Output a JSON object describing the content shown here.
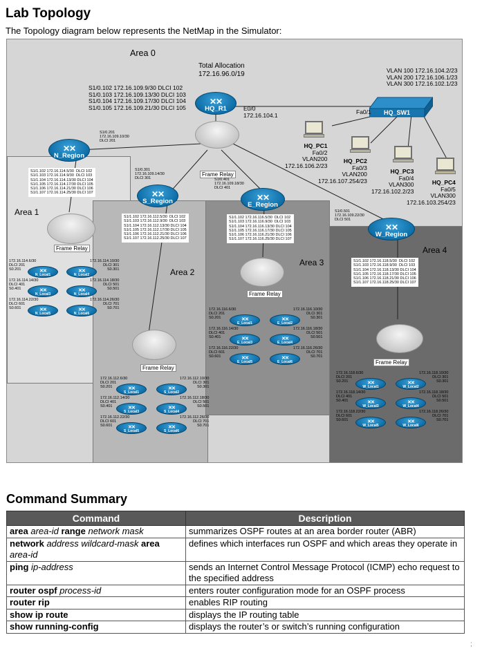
{
  "heading": "Lab Topology",
  "intro": "The Topology diagram below represents the NetMap in the Simulator:",
  "diagram": {
    "areas": {
      "a0": "Area 0",
      "a1": "Area 1",
      "a2": "Area 2",
      "a3": "Area 3",
      "a4": "Area 4"
    },
    "total_alloc": {
      "line1": "Total Allocation",
      "line2": "172.16.96.0/19"
    },
    "hq_subifs": [
      "S1/0.102 172.16.109.9/30 DLCI 102",
      "S1/0.103 172.16.109.13/30 DLCI 103",
      "S1/0.104 172.16.109.17/30 DLCI 104",
      "S1/0.105 172.16.109.21/30 DLCI 105"
    ],
    "hq_e00": {
      "iface": "E0/0",
      "ip": "172.16.104.1"
    },
    "sw_fa01": "Fa0/1",
    "vlans": [
      "VLAN 100 172.16.104.2/23",
      "VLAN 200 172.16.106.1/23",
      "VLAN 300 172.16.102.1/23"
    ],
    "routers": {
      "hq": "HQ_R1",
      "n": "N_Region",
      "s": "S_Region",
      "e": "E_Region",
      "w": "W_Region"
    },
    "switch": "HQ_SW1",
    "pcs": [
      {
        "name": "HQ_PC1",
        "port": "Fa0/2",
        "vlan": "VLAN200",
        "ip": "172.16.106.2/23"
      },
      {
        "name": "HQ_PC2",
        "port": "Fa0/3",
        "vlan": "VLAN200",
        "ip": "172.16.107.254/23"
      },
      {
        "name": "HQ_PC3",
        "port": "Fa0/4",
        "vlan": "VLAN300",
        "ip": "172.16.102.2/23"
      },
      {
        "name": "HQ_PC4",
        "port": "Fa0/5",
        "vlan": "VLAN300",
        "ip": "172.16.103.254/23"
      }
    ],
    "frame_relay": "Frame Relay",
    "n_wan": "S1/0.201\n172.16.109.10/30\nDLCI 201",
    "s_wan": "S1/0.301\n172.16.109.14/30\nDLCI 301",
    "e_wan": "S1/0.401\n172.16.109.18/30\nDLCI 401",
    "w_wan": "S1/0.501\n172.16.109.22/30\nDLCI 501",
    "n_subs": "S1/1.102 172.16.114.5/30  DLCI 102\nS1/1.103 172.16.114.9/30  DLCI 103\nS1/1.104 172.16.114.13/30 DLCI 104\nS1/1.105 172.16.114.17/30 DLCI 105\nS1/1.106 172.16.114.21/30 DLCI 106\nS1/1.107 172.16.114.25/30 DLCI 107",
    "s_subs": "S1/1.102 172.16.112.5/30  DLCI 102\nS1/1.103 172.16.112.9/30  DLCI 103\nS1/1.104 172.16.112.13/30 DLCI 104\nS1/1.105 172.16.112.17/30 DLCI 105\nS1/1.106 172.16.112.21/30 DLCI 106\nS1/1.107 172.16.112.25/30 DLCI 107",
    "e_subs": "S1/1.102 172.16.116.5/30  DLCI 102\nS1/1.103 172.16.116.9/30  DLCI 103\nS1/1.104 172.16.116.13/30 DLCI 104\nS1/1.105 172.16.116.17/30 DLCI 105\nS1/1.106 172.16.116.21/30 DLCI 106\nS1/1.107 172.16.116.25/30 DLCI 107",
    "w_subs": "S1/1.102 172.16.118.5/30  DLCI 102\nS1/1.103 172.16.118.9/30  DLCI 103\nS1/1.104 172.16.118.13/30 DLCI 104\nS1/1.105 172.16.118.17/30 DLCI 105\nS1/1.106 172.16.118.21/30 DLCI 106\nS1/1.107 172.16.118.25/30 DLCI 107",
    "n_locals": [
      "N_Local1",
      "N_Local2",
      "N_Local3",
      "N_Local4",
      "N_Local5",
      "N_Local6"
    ],
    "s_locals": [
      "S_Local1",
      "S_Local2",
      "S_Local3",
      "S_Local4",
      "S_Local5",
      "S_Local6"
    ],
    "e_locals": [
      "E_Local1",
      "E_Local2",
      "E_Local3",
      "E_Local4",
      "E_Local5",
      "E_Local6"
    ],
    "w_locals": [
      "W_Local1",
      "W_Local2",
      "W_Local3",
      "W_Local4",
      "W_Local5",
      "W_Local6"
    ],
    "n_lips": [
      "172.16.114.6/30\nDLCI 201\nS0.201",
      "172.16.114.10/30\nDLCI 301\nS0.301",
      "172.16.114.14/30\nDLCI 401\nS0.401",
      "172.16.114.18/30\nDLCI 501\nS0.501",
      "172.16.114.22/30\nDLCI 601\nS0.601",
      "172.16.114.26/30\nDLCI 701\nS0.701"
    ],
    "s_lips": [
      "172.16.112.6/30\nDLCI 201\nS0.201",
      "172.16.112.10/30\nDLCI 301\nS0.301",
      "172.16.112.14/30\nDLCI 401\nS0.401",
      "172.16.112.18/30\nDLCI 501\nS0.501",
      "172.16.112.22/30\nDLCI 601\nS0.601",
      "172.16.112.26/30\nDLCI 701\nS0.701"
    ],
    "e_lips": [
      "172.16.116.6/30\nDLCI 201\nS0.201",
      "172.16.116.10/30\nDLCI 301\nS0.301",
      "172.16.116.14/30\nDLCI 401\nS0.401",
      "172.16.116.18/30\nDLCI 501\nS0.501",
      "172.16.116.22/30\nDLCI 601\nS0.601",
      "172.16.116.26/30\nDLCI 701\nS0.701"
    ],
    "w_lips": [
      "172.16.118.6/30\nDLCI 201\nS0.201",
      "172.16.118.10/30\nDLCI 301\nS0.301",
      "172.16.118.14/30\nDLCI 401\nS0.401",
      "172.16.118.18/30\nDLCI 501\nS0.501",
      "172.16.118.22/30\nDLCI 601\nS0.601",
      "172.16.118.26/30\nDLCI 701\nS0.701"
    ]
  },
  "summary": {
    "heading": "Command Summary",
    "col_command": "Command",
    "col_description": "Description",
    "rows": [
      {
        "kw1": "area",
        "arg1": " area-id ",
        "kw2": "range",
        "arg2": " network mask",
        "kw3": "",
        "arg3": "",
        "desc": "summarizes OSPF routes at an area border router (ABR)"
      },
      {
        "kw1": "network",
        "arg1": " address wildcard-mask ",
        "kw2": "area",
        "arg2": " area-id",
        "kw3": "",
        "arg3": "",
        "desc": "defines which interfaces run OSPF and which areas they operate in"
      },
      {
        "kw1": "ping",
        "arg1": " ip-address",
        "kw2": "",
        "arg2": "",
        "kw3": "",
        "arg3": "",
        "desc": "sends an Internet Control Message Protocol (ICMP) echo request to the specified address"
      },
      {
        "kw1": "router ospf",
        "arg1": " process-id",
        "kw2": "",
        "arg2": "",
        "kw3": "",
        "arg3": "",
        "desc": "enters router configuration mode for an OSPF process"
      },
      {
        "kw1": "router rip",
        "arg1": "",
        "kw2": "",
        "arg2": "",
        "kw3": "",
        "arg3": "",
        "desc": "enables RIP routing"
      },
      {
        "kw1": "show ip route",
        "arg1": "",
        "kw2": "",
        "arg2": "",
        "kw3": "",
        "arg3": "",
        "desc": "displays the IP routing table"
      },
      {
        "kw1": "show running-config",
        "arg1": "",
        "kw2": "",
        "arg2": "",
        "kw3": "",
        "arg3": "",
        "desc": "displays the router’s or switch’s running configuration"
      }
    ]
  }
}
